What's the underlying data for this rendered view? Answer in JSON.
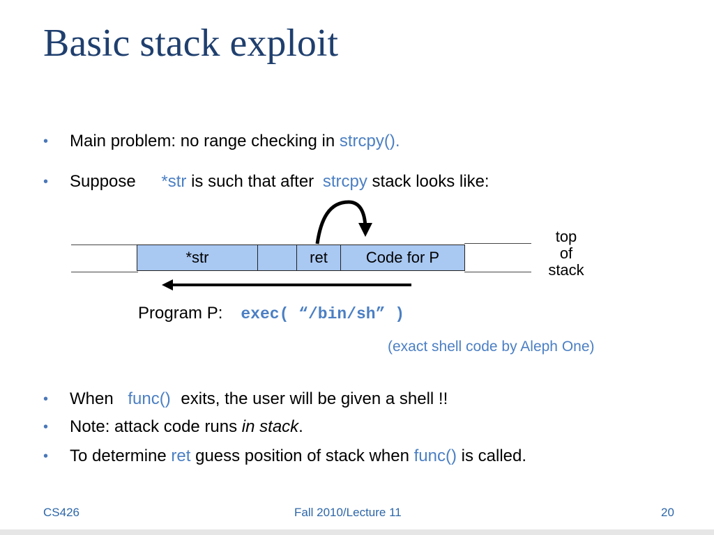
{
  "slide": {
    "title": "Basic stack exploit",
    "bullets_top": [
      {
        "parts": [
          "Main problem:   no range checking in ",
          "strcpy()."
        ]
      },
      {
        "parts": [
          "Suppose ",
          "*str",
          "  is such that after ",
          "strcpy",
          "  stack looks like:"
        ]
      }
    ],
    "stack": {
      "cells": [
        "*str",
        "",
        "ret",
        "Code for P"
      ],
      "top_of_stack": [
        "top",
        "of",
        "stack"
      ]
    },
    "program": {
      "label": "Program P:",
      "code": "exec( “/bin/sh” )",
      "note": "(exact shell code by Aleph One)"
    },
    "bullets_bottom": [
      {
        "parts": [
          "When ",
          "func()",
          "  exits,  the user will be given a shell  !!"
        ]
      },
      {
        "parts": [
          "Note:  attack code runs ",
          "in stack",
          "."
        ]
      },
      {
        "parts": [
          "To determine ",
          "ret",
          " guess position of stack when ",
          "func()",
          " is called."
        ]
      }
    ],
    "footer": {
      "left": "CS426",
      "center": "Fall 2010/Lecture 11",
      "right": "20"
    },
    "colors": {
      "title": "#1f3f6e",
      "highlight": "#4b7fc3",
      "cell_fill": "#a9c8f2"
    }
  }
}
